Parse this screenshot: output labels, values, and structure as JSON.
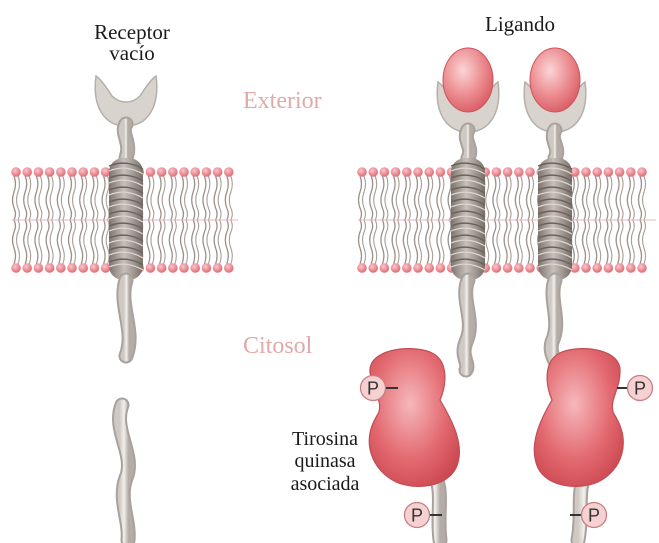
{
  "labels": {
    "empty_receptor": "Receptor\nvacío",
    "ligand": "Ligando",
    "exterior": "Exterior",
    "cytosol": "Citosol",
    "kinase": "Tirosina\nquinasa\nasociada",
    "phosphate": "P"
  },
  "colors": {
    "lipid_head": "#e8808a",
    "lipid_tail": "#9a8f88",
    "receptor": "#b7afa8",
    "receptor_helix": "#8f8680",
    "ligand": "#e47a80",
    "kinase": "#e0636b",
    "region_text": "#e2a9ab"
  }
}
